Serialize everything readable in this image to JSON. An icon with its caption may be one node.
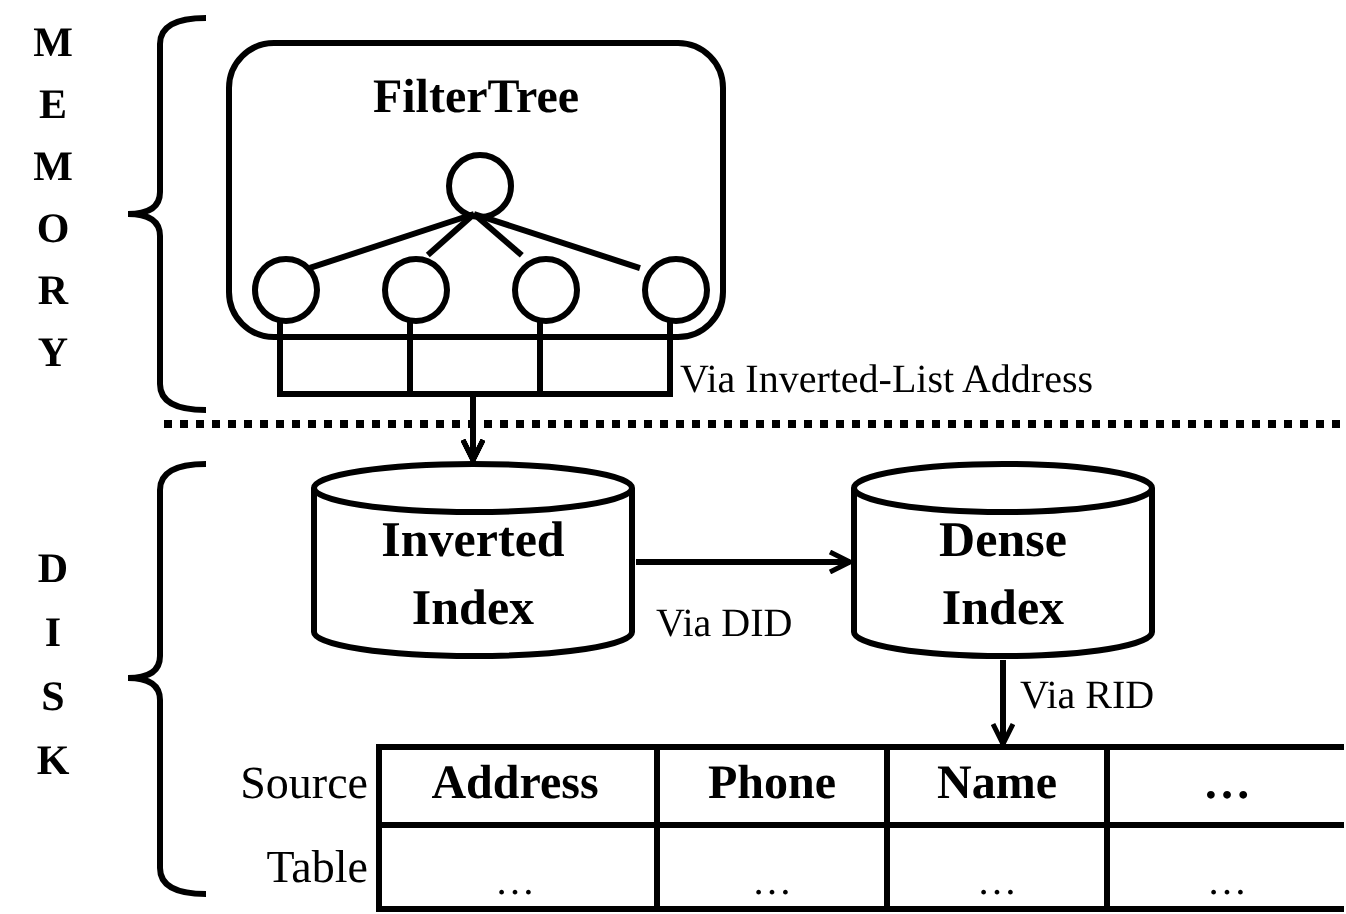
{
  "diagram": {
    "nodes": [
      {
        "text": [
          "FilterTree"
        ]
      },
      {
        "text": [],
        "shape": "circle",
        "in": 0
      },
      {
        "text": [],
        "shape": "circle",
        "in": 0
      },
      {
        "text": [],
        "shape": "circle",
        "in": 0
      },
      {
        "text": [],
        "shape": "circle",
        "in": 0
      },
      {
        "text": [],
        "shape": "circle",
        "in": 0
      },
      {
        "text": [
          "Inverted Index"
        ]
      },
      {
        "text": [
          "Dense Index"
        ]
      },
      {
        "text": [],
        "shape": "box",
        "beside": [
          "Source Table"
        ]
      }
    ],
    "edges": [
      {
        "from": 1,
        "to": 2,
        "arrow": "none"
      },
      {
        "from": 1,
        "to": 3,
        "arrow": "none"
      },
      {
        "from": 1,
        "to": 4,
        "arrow": "none"
      },
      {
        "from": 1,
        "to": 5,
        "arrow": "none"
      },
      {
        "from": 2,
        "to": 6,
        "arrow": "to"
      },
      {
        "from": 3,
        "to": 6,
        "arrow": "to"
      },
      {
        "from": 4,
        "to": 6,
        "arrow": "to"
      },
      {
        "from": 5,
        "to": 6,
        "arrow": "to",
        "label": "Via Inverted-List Address"
      },
      {
        "from": 6,
        "to": 7,
        "arrow": "to",
        "label": "Via DID"
      },
      {
        "from": 7,
        "to": 8,
        "arrow": "to",
        "label": "Via RID"
      }
    ],
    "labels": [
      "MEMORY",
      "DISK",
      "Address",
      "Phone",
      "Name",
      "…",
      "…",
      "…",
      "…",
      "…"
    ]
  }
}
